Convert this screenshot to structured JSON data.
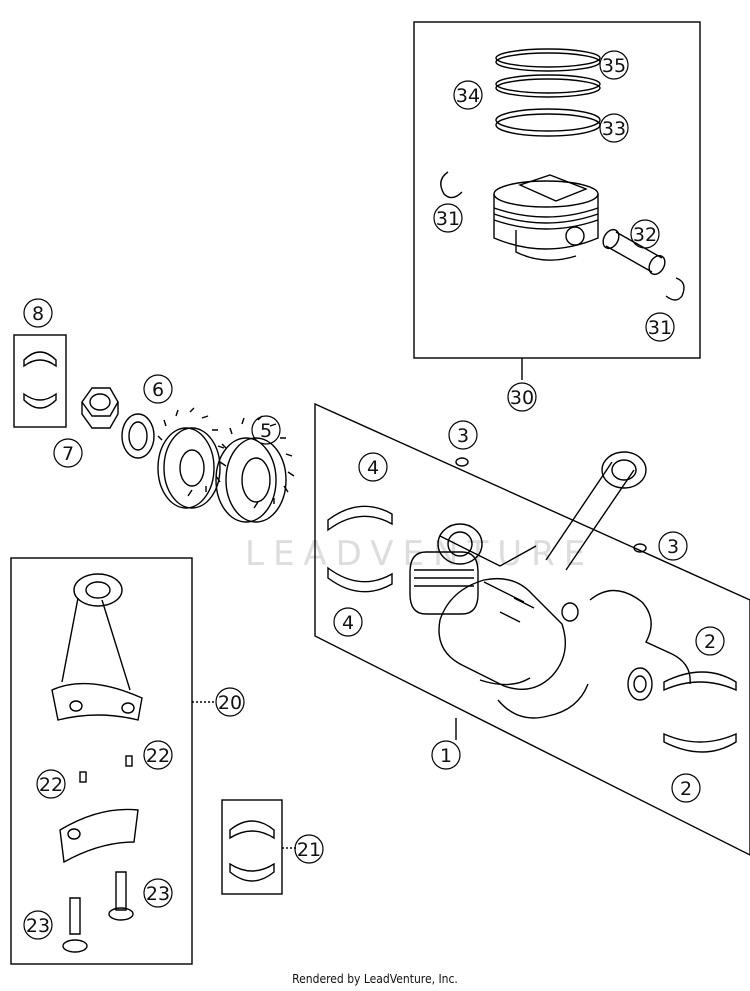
{
  "watermark_text": "LEADVENTURE",
  "footer_text": "Rendered by LeadVenture, Inc.",
  "callouts": [
    {
      "id": "c35",
      "label": "35"
    },
    {
      "id": "c34",
      "label": "34"
    },
    {
      "id": "c33",
      "label": "33"
    },
    {
      "id": "c31a",
      "label": "31"
    },
    {
      "id": "c32",
      "label": "32"
    },
    {
      "id": "c31b",
      "label": "31"
    },
    {
      "id": "c30",
      "label": "30"
    },
    {
      "id": "c8",
      "label": "8"
    },
    {
      "id": "c6",
      "label": "6"
    },
    {
      "id": "c5",
      "label": "5"
    },
    {
      "id": "c7",
      "label": "7"
    },
    {
      "id": "c3a",
      "label": "3"
    },
    {
      "id": "c4a",
      "label": "4"
    },
    {
      "id": "c3b",
      "label": "3"
    },
    {
      "id": "c4b",
      "label": "4"
    },
    {
      "id": "c2a",
      "label": "2"
    },
    {
      "id": "c20",
      "label": "20"
    },
    {
      "id": "c22a",
      "label": "22"
    },
    {
      "id": "c22b",
      "label": "22"
    },
    {
      "id": "c1",
      "label": "1"
    },
    {
      "id": "c2b",
      "label": "2"
    },
    {
      "id": "c21",
      "label": "21"
    },
    {
      "id": "c23a",
      "label": "23"
    },
    {
      "id": "c23b",
      "label": "23"
    }
  ]
}
